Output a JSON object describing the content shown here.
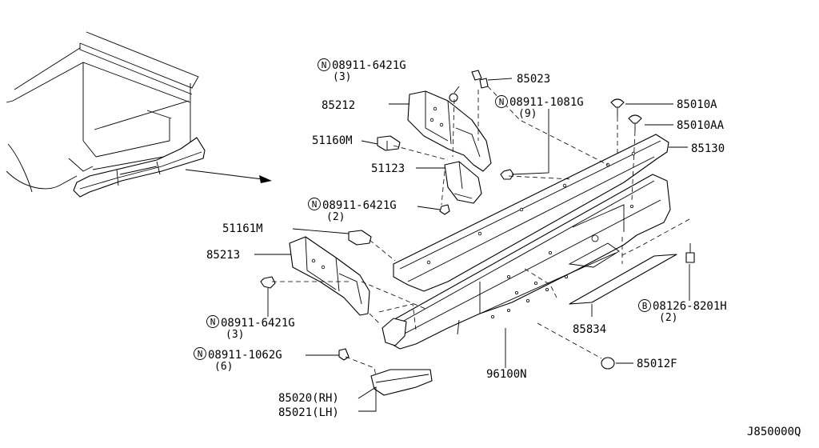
{
  "callouts": {
    "c1": {
      "symbol": "N",
      "part": "08911-6421G",
      "qty": "(3)"
    },
    "c2": {
      "part": "85023"
    },
    "c3": {
      "part": "85212"
    },
    "c4": {
      "symbol": "N",
      "part": "08911-1081G",
      "qty": "(9)"
    },
    "c5": {
      "part": "85010A"
    },
    "c6": {
      "part": "85010AA"
    },
    "c7": {
      "part": "51160M"
    },
    "c8": {
      "part": "85130"
    },
    "c9": {
      "part": "51123"
    },
    "c10": {
      "symbol": "N",
      "part": "08911-6421G",
      "qty": "(2)"
    },
    "c11": {
      "part": "51161M"
    },
    "c12": {
      "part": "85213"
    },
    "c13": {
      "symbol": "B",
      "part": "08126-8201H",
      "qty": "(2)"
    },
    "c14": {
      "symbol": "N",
      "part": "08911-6421G",
      "qty": "(3)"
    },
    "c15": {
      "part": "85834"
    },
    "c16": {
      "symbol": "N",
      "part": "08911-1062G",
      "qty": "(6)"
    },
    "c17": {
      "part": "85012F"
    },
    "c18": {
      "part": "96100N"
    },
    "c19": {
      "part": "85020(RH)"
    },
    "c20": {
      "part": "85021(LH)"
    }
  },
  "diagram_code": "J850000Q"
}
